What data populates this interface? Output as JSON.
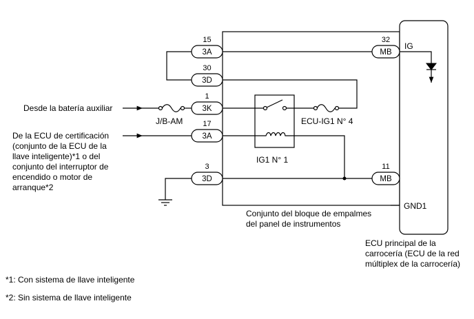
{
  "connectors": {
    "c_3a_top": {
      "pin": "15",
      "code": "3A"
    },
    "c_3d_top": {
      "pin": "30",
      "code": "3D"
    },
    "c_3k": {
      "pin": "1",
      "code": "3K"
    },
    "c_3a_mid": {
      "pin": "17",
      "code": "3A"
    },
    "c_3d_bot": {
      "pin": "3",
      "code": "3D"
    },
    "c_mb_top": {
      "pin": "32",
      "code": "MB"
    },
    "c_mb_bot": {
      "pin": "11",
      "code": "MB"
    }
  },
  "labels": {
    "ig": "IG",
    "gnd1": "GND1",
    "jb_am": "J/B-AM",
    "ecu_ig1": "ECU-IG1 N° 4",
    "ig1_relay": "IG1 N° 1",
    "from_battery": "Desde la batería auxiliar",
    "from_ecu": [
      "De la ECU de certificación",
      "(conjunto de la ECU de la",
      "llave inteligente)*1 o del",
      "conjunto del interruptor de",
      "encendido o motor de",
      "arranque*2"
    ],
    "junction_block": [
      "Conjunto del bloque de empalmes",
      "del panel de instrumentos"
    ],
    "main_body_ecu": [
      "ECU principal de la",
      "carrocería (ECU de la red",
      "múltiplex de la carrocería)"
    ]
  },
  "footnotes": {
    "n1": "*1: Con sistema de llave inteligente",
    "n2": "*2: Sin sistema de llave inteligente"
  }
}
